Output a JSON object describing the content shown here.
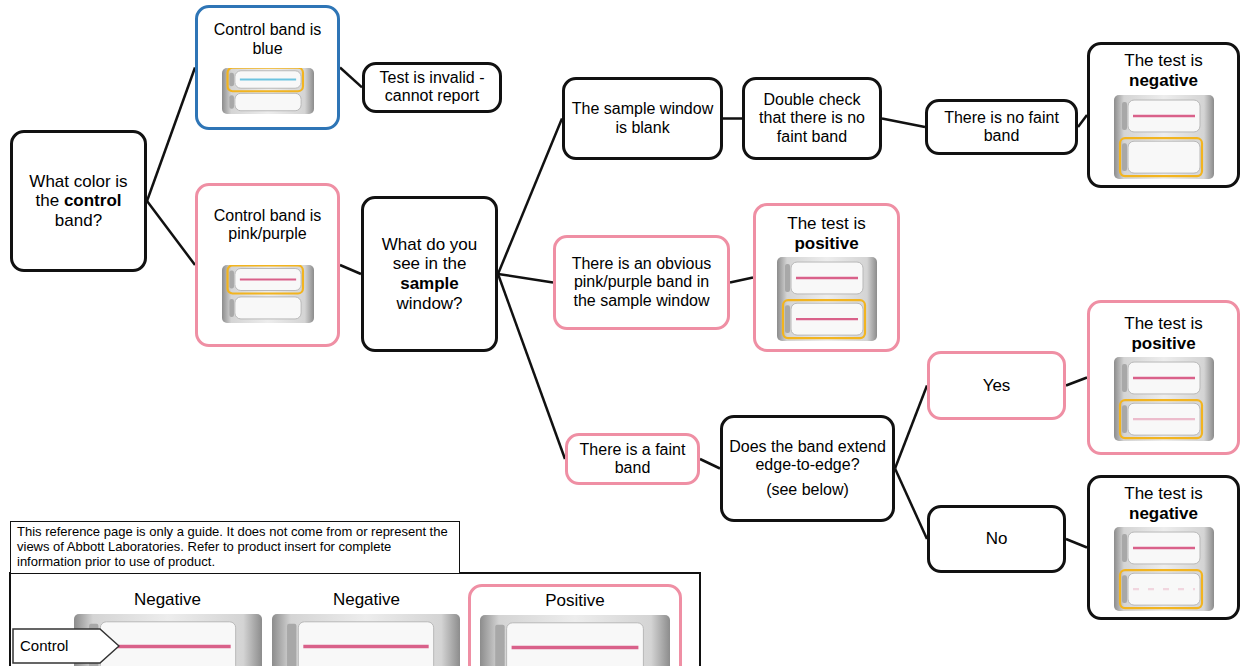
{
  "diagram": {
    "nodes": [
      {
        "text": [
          "What color is the control band?"
        ]
      },
      {
        "text": [
          "Control band is blue"
        ]
      },
      {
        "text": [
          "Test is invalid - cannot report"
        ]
      },
      {
        "text": [
          "Control band is pink/purple"
        ]
      },
      {
        "text": [
          "What do you see in the sample window?"
        ]
      },
      {
        "text": [
          "The sample window is blank"
        ]
      },
      {
        "text": [
          "Double check that there is no faint band"
        ]
      },
      {
        "text": [
          "There is no faint band"
        ]
      },
      {
        "text": [
          "The test is negative"
        ]
      },
      {
        "text": [
          "There is an obvious pink/purple band in the sample window"
        ]
      },
      {
        "text": [
          "The test is positive"
        ]
      },
      {
        "text": [
          "There is a faint band"
        ]
      },
      {
        "text": [
          "Does the band extend edge-to-edge?",
          "(see below)"
        ]
      },
      {
        "text": [
          "Yes"
        ]
      },
      {
        "text": [
          "The test is positive"
        ]
      },
      {
        "text": [
          "No"
        ]
      },
      {
        "text": [
          "The test is negative"
        ]
      },
      {
        "text": [
          "This reference page is only a guide. It does not come from or represent the views of Abbott Laboratories. Refer to product insert for complete information prior to use of product."
        ]
      },
      {
        "text": [
          "Control"
        ]
      },
      {
        "text": [
          "Positive"
        ]
      }
    ],
    "edges": [
      {
        "from": 0,
        "to": 1,
        "arrow": "none"
      },
      {
        "from": 0,
        "to": 3,
        "arrow": "none"
      },
      {
        "from": 1,
        "to": 2,
        "arrow": "none"
      },
      {
        "from": 3,
        "to": 4,
        "arrow": "none"
      },
      {
        "from": 4,
        "to": 5,
        "arrow": "none"
      },
      {
        "from": 4,
        "to": 9,
        "arrow": "none"
      },
      {
        "from": 4,
        "to": 11,
        "arrow": "none"
      },
      {
        "from": 5,
        "to": 6,
        "arrow": "none"
      },
      {
        "from": 6,
        "to": 7,
        "arrow": "none"
      },
      {
        "from": 7,
        "to": 8,
        "arrow": "none"
      },
      {
        "from": 9,
        "to": 10,
        "arrow": "none"
      },
      {
        "from": 11,
        "to": 12,
        "arrow": "none"
      },
      {
        "from": 12,
        "to": 13,
        "arrow": "none"
      },
      {
        "from": 12,
        "to": 15,
        "arrow": "none"
      },
      {
        "from": 13,
        "to": 14,
        "arrow": "none"
      },
      {
        "from": 15,
        "to": 16,
        "arrow": "none"
      }
    ],
    "labels": [
      "Negative",
      "Negative"
    ]
  }
}
